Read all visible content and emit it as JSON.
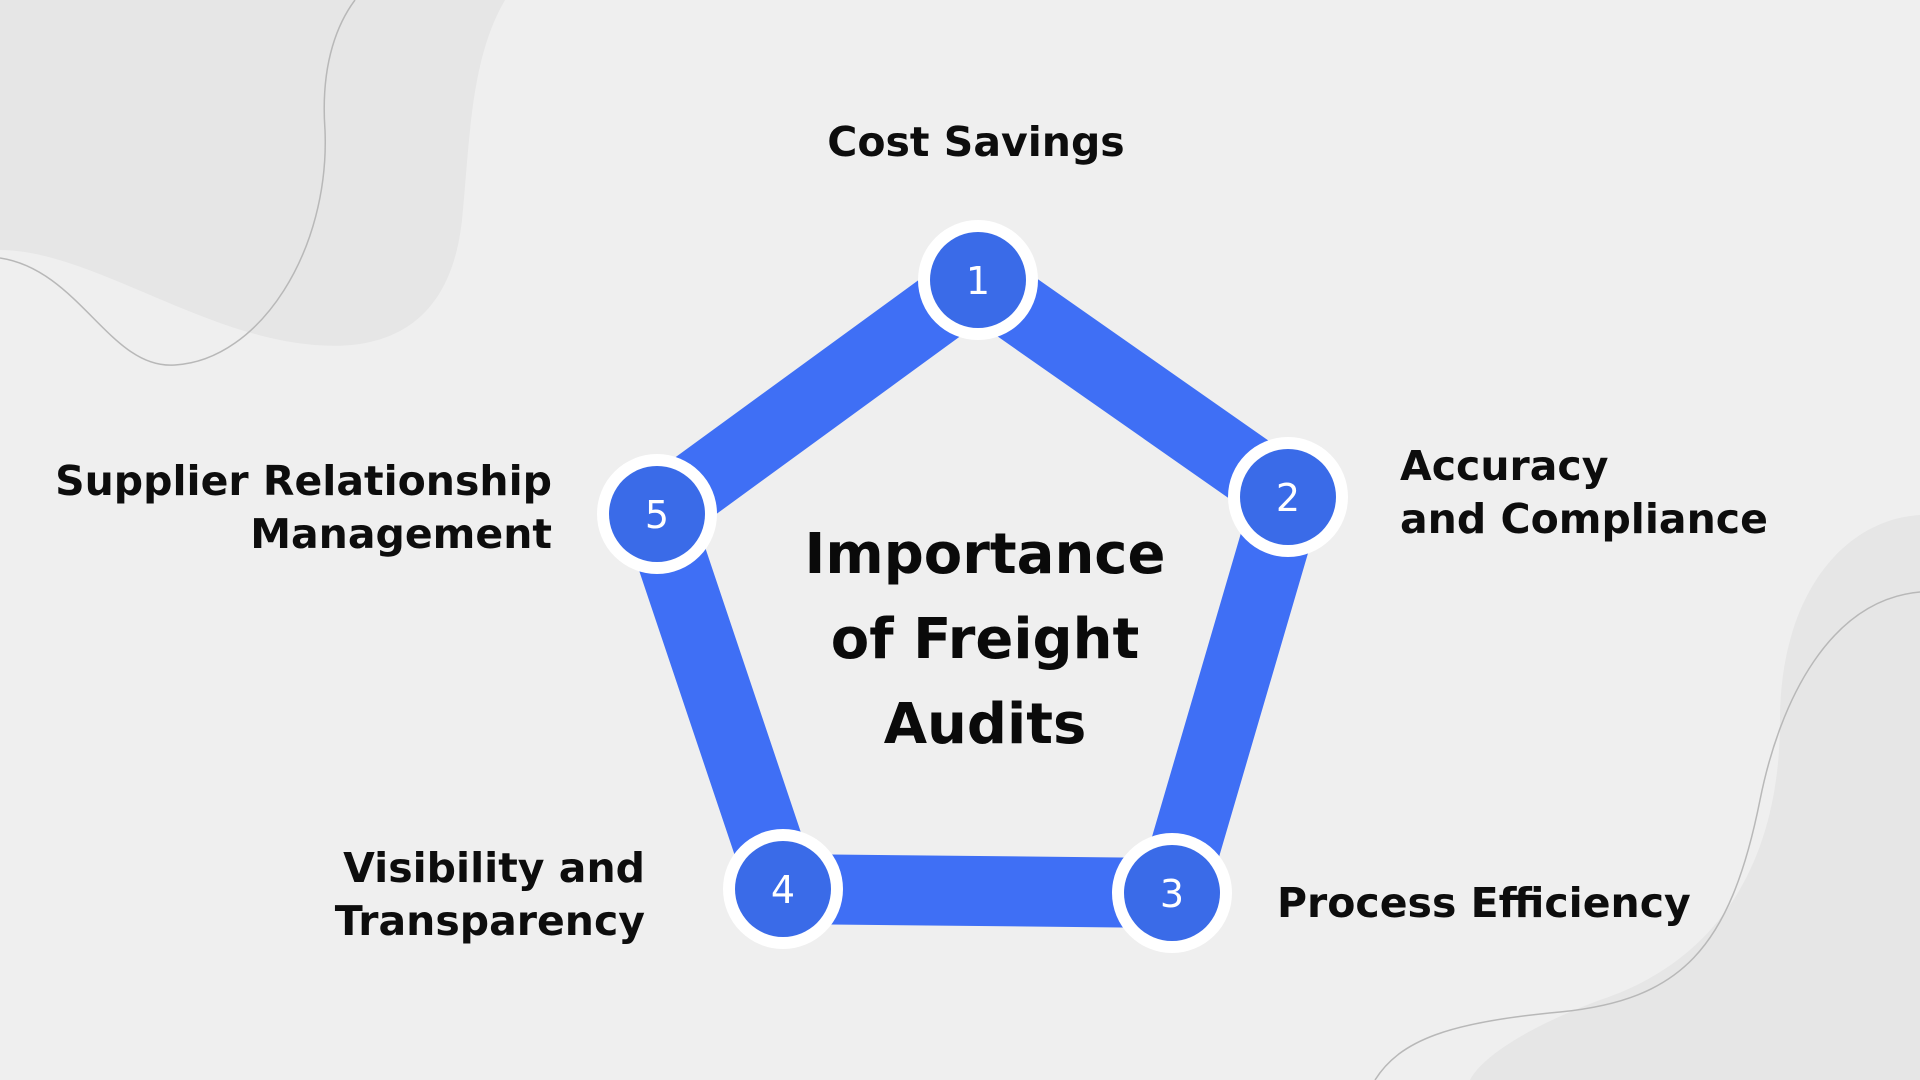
{
  "title_lines": [
    "Importance",
    "of Freight",
    "Audits"
  ],
  "nodes": [
    {
      "number": "1",
      "label_lines": [
        "Cost Savings"
      ]
    },
    {
      "number": "2",
      "label_lines": [
        "Accuracy",
        "and Compliance"
      ]
    },
    {
      "number": "3",
      "label_lines": [
        "Process Efficiency"
      ]
    },
    {
      "number": "4",
      "label_lines": [
        "Visibility and",
        "Transparency"
      ]
    },
    {
      "number": "5",
      "label_lines": [
        "Supplier Relationship",
        "Management"
      ]
    }
  ],
  "colors": {
    "background": "#efefef",
    "accent": "#3f6ff5",
    "node_fill": "#3a6be8",
    "node_ring": "#ffffff",
    "text": "#0d0d0d"
  }
}
